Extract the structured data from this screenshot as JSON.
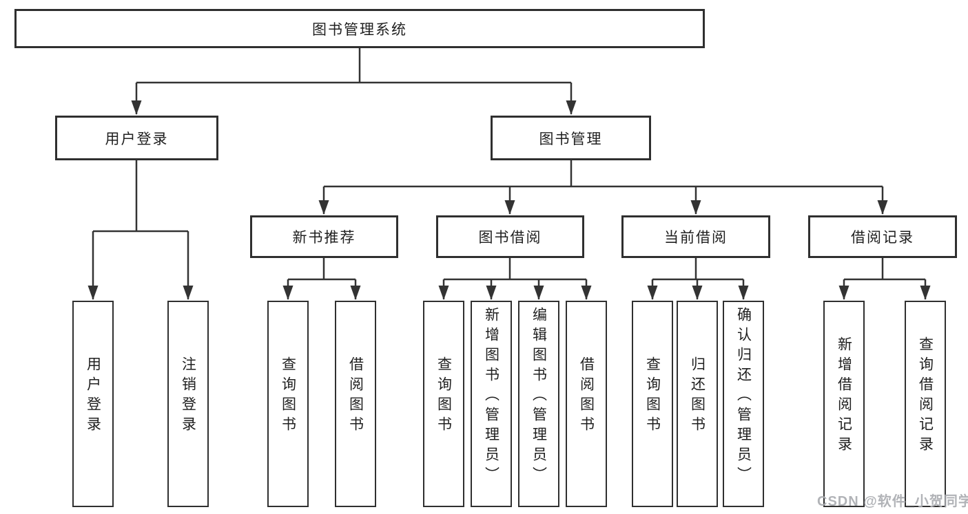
{
  "diagram": {
    "root": {
      "label": "图书管理系统"
    },
    "children": [
      {
        "label": "用户登录",
        "children": [
          {
            "label": "用户登录"
          },
          {
            "label": "注销登录"
          }
        ]
      },
      {
        "label": "图书管理",
        "children": [
          {
            "label": "新书推荐",
            "children": [
              {
                "label": "查询图书"
              },
              {
                "label": "借阅图书"
              }
            ]
          },
          {
            "label": "图书借阅",
            "children": [
              {
                "label": "查询图书"
              },
              {
                "label": "新增图书（管理员）"
              },
              {
                "label": "编辑图书（管理员）"
              },
              {
                "label": "借阅图书"
              }
            ]
          },
          {
            "label": "当前借阅",
            "children": [
              {
                "label": "查询图书"
              },
              {
                "label": "归还图书"
              },
              {
                "label": "确认归还（管理员）"
              }
            ]
          },
          {
            "label": "借阅记录",
            "children": [
              {
                "label": "新增借阅记录"
              },
              {
                "label": "查询借阅记录"
              }
            ]
          }
        ]
      }
    ]
  },
  "watermark": {
    "text": "CSDN @软件_小贺同学"
  },
  "colors": {
    "line": "#333333",
    "border": "#2f2f2f",
    "text": "#1f1f1f",
    "watermark": "#a9abb0",
    "background": "#ffffff"
  }
}
